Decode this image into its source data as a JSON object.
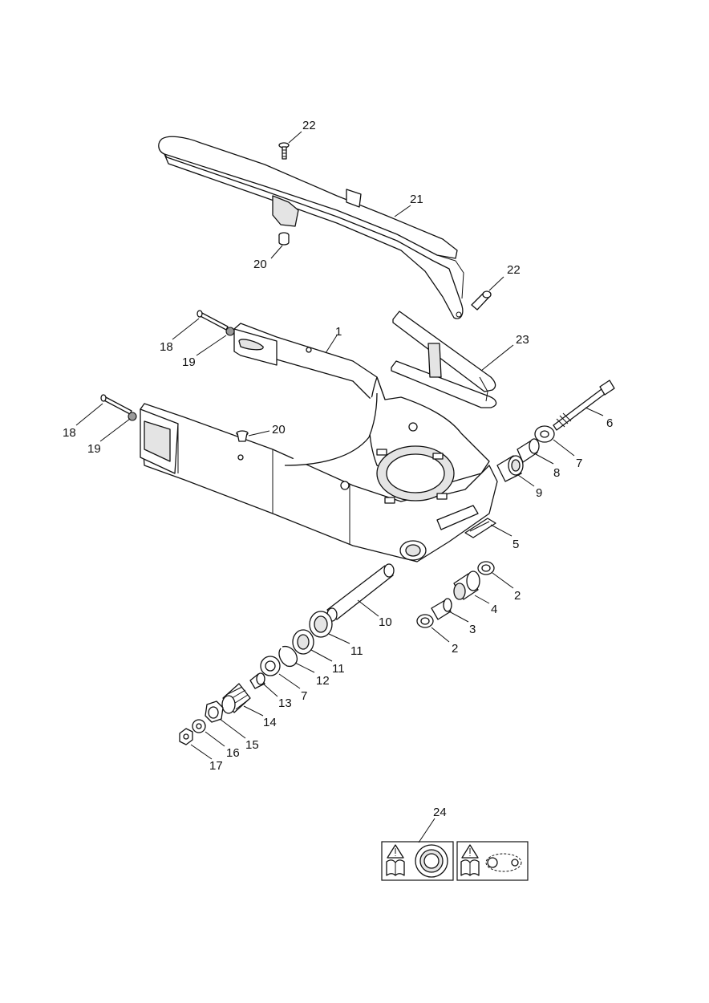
{
  "diagram": {
    "labels": [
      {
        "id": "l22a",
        "text": "22"
      },
      {
        "id": "l21",
        "text": "21"
      },
      {
        "id": "l20a",
        "text": "20"
      },
      {
        "id": "l22b",
        "text": "22"
      },
      {
        "id": "l18a",
        "text": "18"
      },
      {
        "id": "l19a",
        "text": "19"
      },
      {
        "id": "l1",
        "text": "1"
      },
      {
        "id": "l23",
        "text": "23"
      },
      {
        "id": "l6",
        "text": "6"
      },
      {
        "id": "l18b",
        "text": "18"
      },
      {
        "id": "l19b",
        "text": "19"
      },
      {
        "id": "l20b",
        "text": "20"
      },
      {
        "id": "l7a",
        "text": "7"
      },
      {
        "id": "l8",
        "text": "8"
      },
      {
        "id": "l9",
        "text": "9"
      },
      {
        "id": "l5",
        "text": "5"
      },
      {
        "id": "l2a",
        "text": "2"
      },
      {
        "id": "l4",
        "text": "4"
      },
      {
        "id": "l3",
        "text": "3"
      },
      {
        "id": "l2b",
        "text": "2"
      },
      {
        "id": "l10",
        "text": "10"
      },
      {
        "id": "l11a",
        "text": "11"
      },
      {
        "id": "l11b",
        "text": "11"
      },
      {
        "id": "l12",
        "text": "12"
      },
      {
        "id": "l7b",
        "text": "7"
      },
      {
        "id": "l13",
        "text": "13"
      },
      {
        "id": "l14",
        "text": "14"
      },
      {
        "id": "l15",
        "text": "15"
      },
      {
        "id": "l16",
        "text": "16"
      },
      {
        "id": "l17",
        "text": "17"
      },
      {
        "id": "l24",
        "text": "24"
      }
    ],
    "icons": [
      "warning-triangle-icon",
      "manual-book-icon",
      "bearing-icon",
      "chain-icon"
    ]
  }
}
